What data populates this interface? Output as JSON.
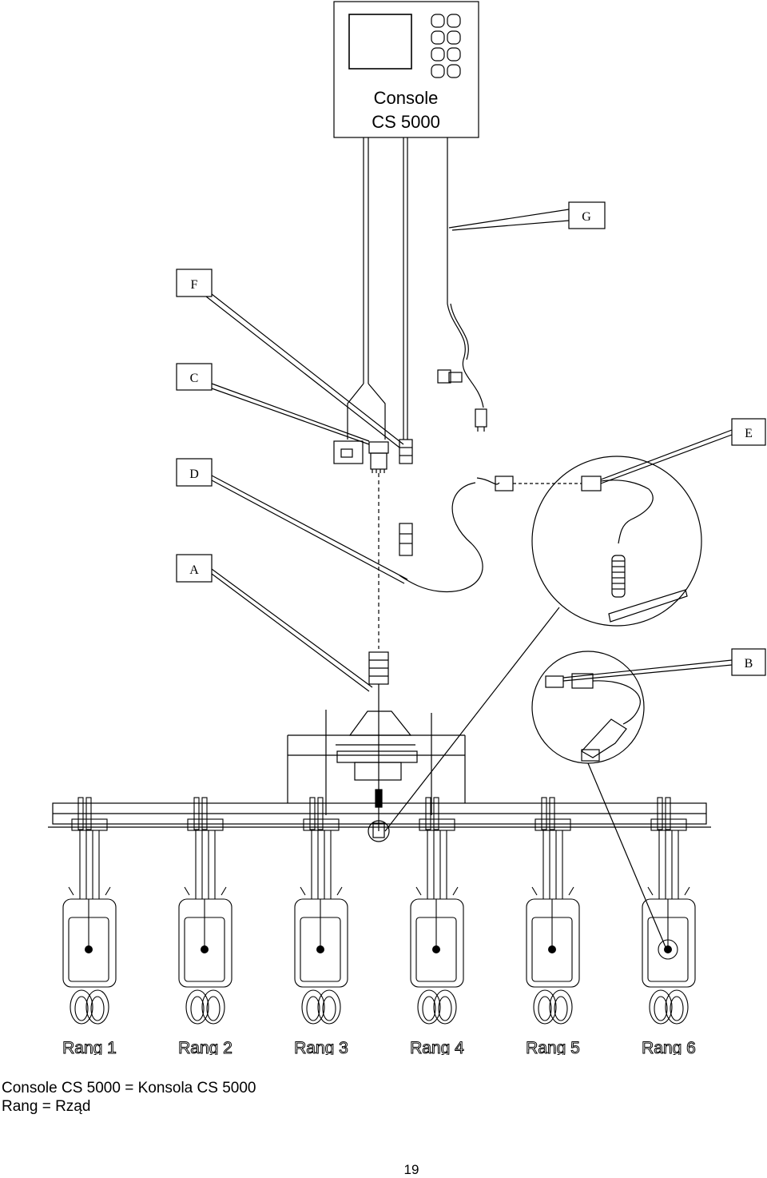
{
  "console": {
    "line1": "Console",
    "line2": "CS 5000"
  },
  "callouts": [
    "G",
    "F",
    "C",
    "E",
    "D",
    "A",
    "B"
  ],
  "rows": [
    "Rang 1",
    "Rang 2",
    "Rang 3",
    "Rang 4",
    "Rang 5",
    "Rang 6"
  ],
  "captions": {
    "line1": "Console CS 5000 = Konsola CS 5000",
    "line2": "Rang = Rząd"
  },
  "page_number": "19"
}
